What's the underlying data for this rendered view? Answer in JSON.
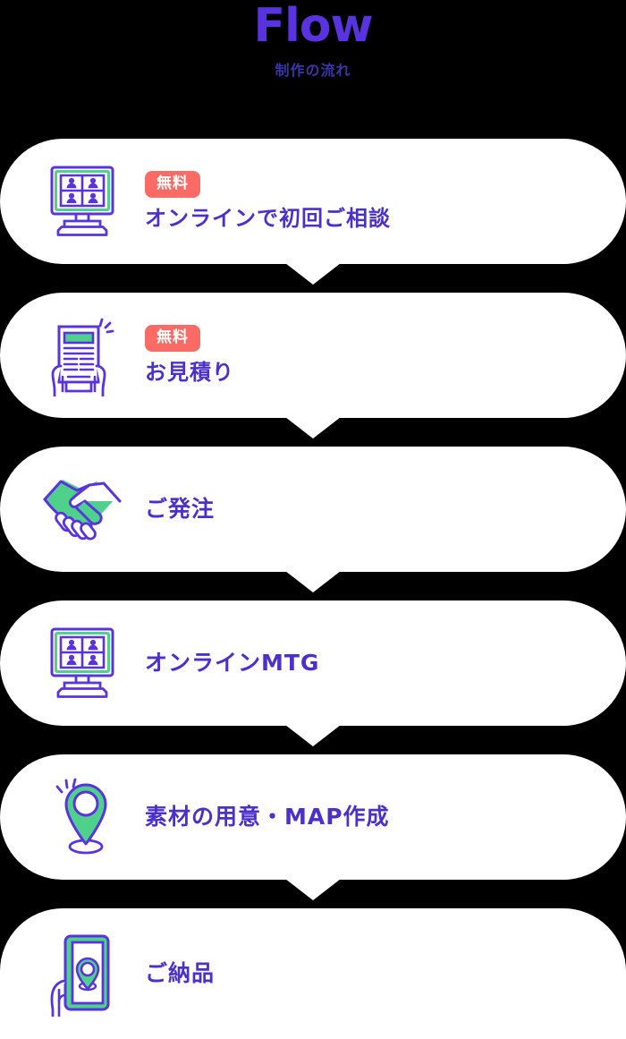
{
  "header": {
    "title": "Flow",
    "subtitle": "制作の流れ",
    "title_color": "#5a33e0",
    "subtitle_color": "#3a36a8"
  },
  "colors": {
    "purple": "#4b31cc",
    "purple_title": "#5a33e0",
    "green": "#4fd18b",
    "badge_red": "#f96b64",
    "card_bg": "#ffffff",
    "page_bg": "#000000"
  },
  "steps": [
    {
      "index": 1,
      "icon": "online-meeting-monitor-icon",
      "badge": "無料",
      "label": "オンラインで初回ご相談",
      "has_arrow": true
    },
    {
      "index": 2,
      "icon": "quotation-document-hands-icon",
      "badge": "無料",
      "label": "お見積り",
      "has_arrow": true
    },
    {
      "index": 3,
      "icon": "handshake-icon",
      "badge": null,
      "label": "ご発注",
      "has_arrow": true
    },
    {
      "index": 4,
      "icon": "online-meeting-monitor-icon",
      "badge": null,
      "label": "オンラインMTG",
      "has_arrow": true
    },
    {
      "index": 5,
      "icon": "map-pin-icon",
      "badge": null,
      "label": "素材の用意・MAP作成",
      "has_arrow": true
    },
    {
      "index": 6,
      "icon": "phone-map-delivery-icon",
      "badge": null,
      "label": "ご納品",
      "has_arrow": false
    }
  ]
}
